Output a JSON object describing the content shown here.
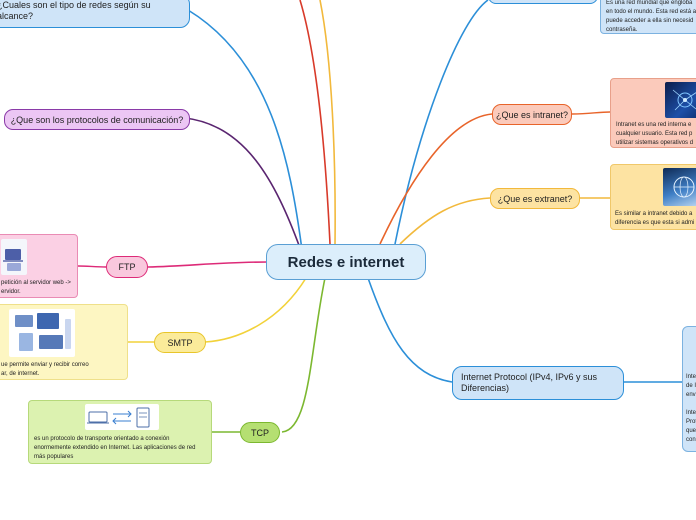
{
  "central": {
    "title": "Redes e internet"
  },
  "colors": {
    "blue": "#2c8fd8",
    "purple": "#5a2570",
    "magenta": "#dd2a78",
    "yellow": "#f2d23a",
    "green": "#7cb830",
    "orange": "#e8642a",
    "gold": "#f2b93c",
    "red": "#d83a2a"
  },
  "topics": {
    "redes_alcance": "¿Cuales son el tipo de redes según su alcance?",
    "protocolos": "¿Que son los protocolos de comunicación?",
    "ftp": "FTP",
    "smtp": "SMTP",
    "tcp": "TCP",
    "intranet": "¿Que es intranet?",
    "extranet": "¿Que es extranet?",
    "internet_protocol": "Internet Protocol (IPv4, IPv6 y sus Diferencias)"
  },
  "notes": {
    "ftp": "petición al servidor web ->\nervidor.",
    "smtp": "ue permite enviar y recibir correo\nar, de internet.",
    "tcp": "es un protocolo de transporte orientado a conexión\nenormemente extendido en Internet. Las aplicaciones de red\nmás populares",
    "internet": "Es una red mundial que engloba\nen todo el mundo. Esta red está a\npuede acceder a ella sin necesid\ncontraseña.",
    "intranet": "Intranet es una red interna e\ncualquier usuario. Esta red p\nutilizar sistemas operativos d",
    "extranet": "Es similar a intranet debido a\ndiferencia es que esta si admi",
    "ip": "Inte\nde I\nenv\n\nInte\nProt\nque\ncon"
  },
  "icons": {
    "ftp": "laptops-icon",
    "smtp": "devices-icon",
    "tcp": "tcp-transfer-icon",
    "intranet": "network-blue-icon",
    "extranet": "digital-globe-icon",
    "ip": "ip-icon"
  }
}
